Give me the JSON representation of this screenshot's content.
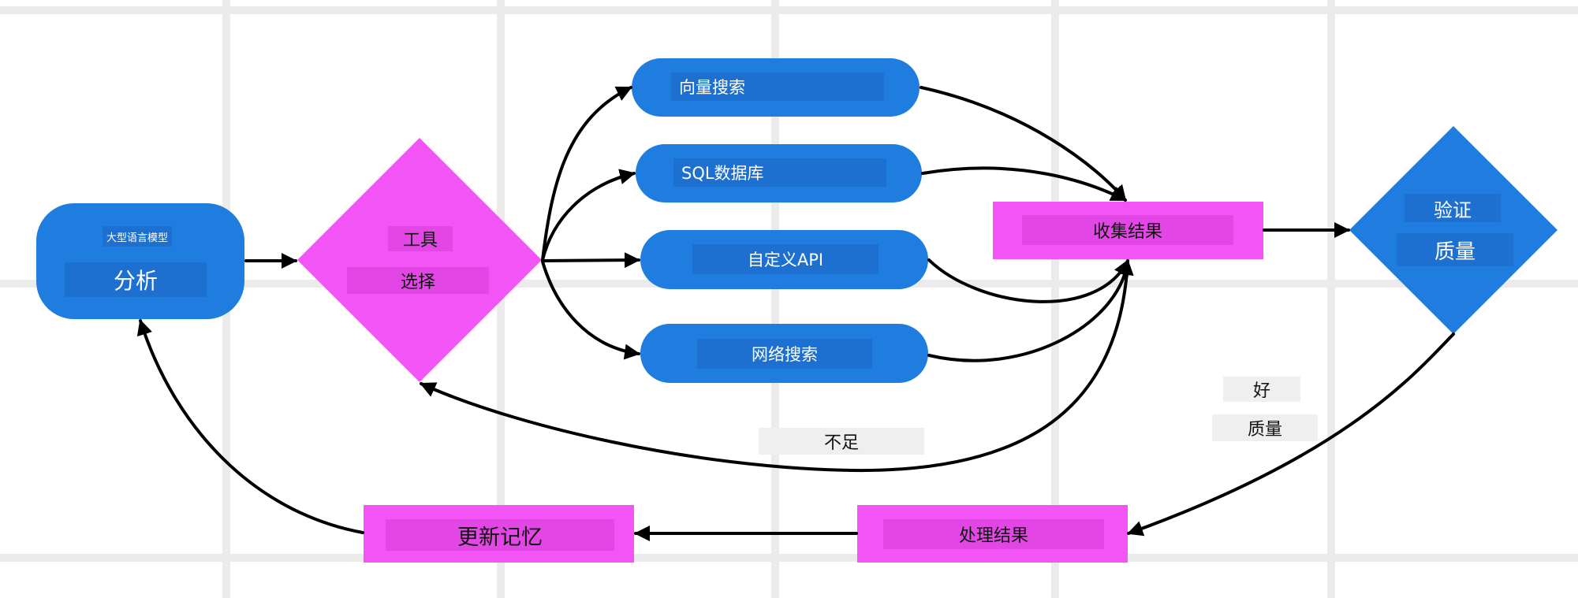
{
  "nodes": {
    "llm": {
      "subtitle": "大型语言模型",
      "title": "分析"
    },
    "tool_select": {
      "line1": "工具",
      "line2": "选择"
    },
    "vector_search": {
      "label": "向量搜索"
    },
    "sql_db": {
      "label": "SQL数据库"
    },
    "custom_api": {
      "label": "自定义API"
    },
    "web_search": {
      "label": "网络搜索"
    },
    "collect": {
      "label": "收集结果"
    },
    "validate": {
      "line1": "验证",
      "line2": "质量"
    },
    "process": {
      "label": "处理结果"
    },
    "update_memory": {
      "label": "更新记忆"
    }
  },
  "edge_labels": {
    "insufficient": "不足",
    "good_line1": "好",
    "good_line2": "质量"
  },
  "colors": {
    "blue": "#1f7de0",
    "pink": "#f254f6",
    "arrow": "#000000",
    "grid": "#ebebeb"
  }
}
